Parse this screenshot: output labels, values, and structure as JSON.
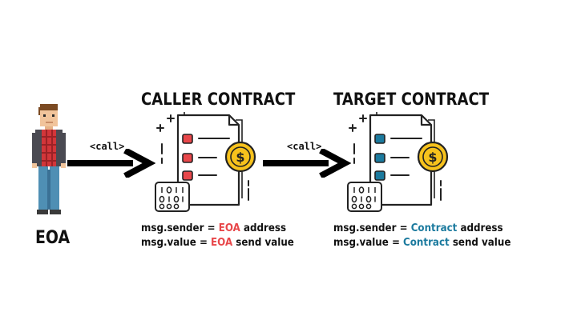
{
  "eoa": {
    "label": "EOA"
  },
  "caller": {
    "title": "CALLER CONTRACT",
    "sender_prefix": "msg.sender = ",
    "sender_highlight": "EOA",
    "sender_suffix": " address",
    "value_prefix": "msg.value = ",
    "value_highlight": "EOA",
    "value_suffix": " send value"
  },
  "target": {
    "title": "TARGET CONTRACT",
    "sender_prefix": "msg.sender = ",
    "sender_highlight": "Contract",
    "sender_suffix": " address",
    "value_prefix": "msg.value = ",
    "value_highlight": "Contract",
    "value_suffix": " send value"
  },
  "arrows": {
    "first_label": "<call>",
    "second_label": "<call>"
  },
  "colors": {
    "eoa_highlight": "#e8474a",
    "contract_highlight": "#1b7a9e",
    "coin": "#f7c21c",
    "caller_boxes": "#e8474a",
    "target_boxes": "#1b7a9e"
  }
}
